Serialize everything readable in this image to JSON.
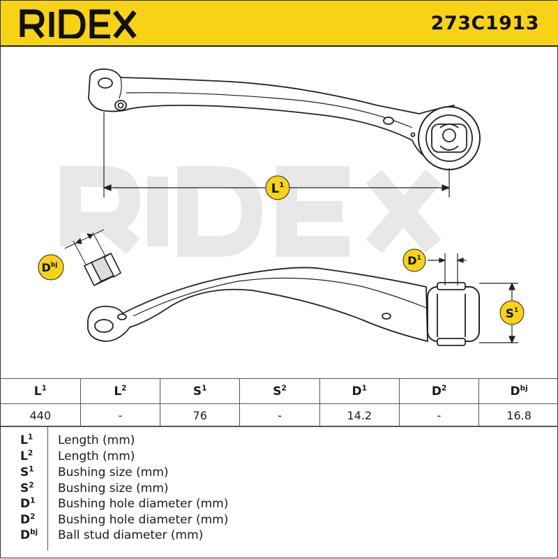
{
  "header": {
    "brand": "RIDEX",
    "part_number": "273C1913",
    "brand_color": "#f7d317"
  },
  "drawing": {
    "watermark": "RIDEX",
    "labels": {
      "L1": {
        "base": "L",
        "sup": "1"
      },
      "D1": {
        "base": "D",
        "sup": "1"
      },
      "S1": {
        "base": "S",
        "sup": "1"
      },
      "Dbj": {
        "base": "D",
        "sup": "bj"
      }
    },
    "icons": [
      "control-arm-top-view",
      "control-arm-side-view",
      "ball-stud-bushing"
    ]
  },
  "specs": {
    "headers": [
      {
        "base": "L",
        "sup": "1"
      },
      {
        "base": "L",
        "sup": "2"
      },
      {
        "base": "S",
        "sup": "1"
      },
      {
        "base": "S",
        "sup": "2"
      },
      {
        "base": "D",
        "sup": "1"
      },
      {
        "base": "D",
        "sup": "2"
      },
      {
        "base": "D",
        "sup": "bj"
      }
    ],
    "values": [
      "440",
      "-",
      "76",
      "-",
      "14.2",
      "-",
      "16.8"
    ]
  },
  "legend": [
    {
      "base": "L",
      "sup": "1",
      "desc": "Length (mm)"
    },
    {
      "base": "L",
      "sup": "2",
      "desc": "Length (mm)"
    },
    {
      "base": "S",
      "sup": "1",
      "desc": "Bushing size (mm)"
    },
    {
      "base": "S",
      "sup": "2",
      "desc": "Bushing size (mm)"
    },
    {
      "base": "D",
      "sup": "1",
      "desc": "Bushing hole diameter (mm)"
    },
    {
      "base": "D",
      "sup": "2",
      "desc": "Bushing hole diameter (mm)"
    },
    {
      "base": "D",
      "sup": "bj",
      "desc": "Ball stud diameter (mm)"
    }
  ],
  "colors": {
    "badge": "#f7d317",
    "line": "#222222",
    "watermark": "#e6e6e6"
  }
}
